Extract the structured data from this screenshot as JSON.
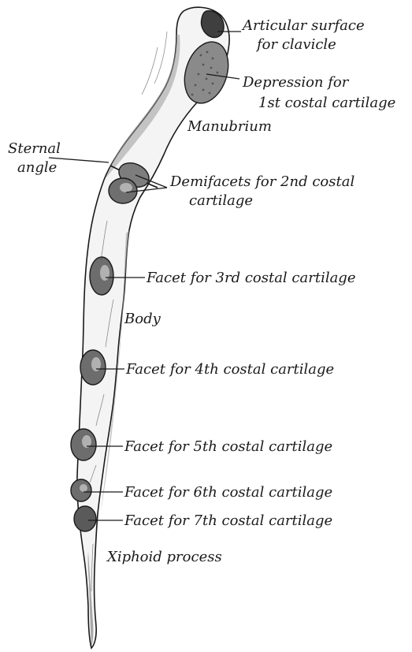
{
  "labels": {
    "articular_surface": [
      "Articular surface",
      "for clavicle"
    ],
    "depression": [
      "Depression for",
      "1st costal cartilage"
    ],
    "manubrium": "Manubrium",
    "sternal_angle": [
      "Sternal",
      "angle"
    ],
    "demifacets": [
      "Demifacets for 2nd costal",
      "cartilage"
    ],
    "facet_3": "Facet for 3rd costal cartilage",
    "body": "Body",
    "facet_4": "Facet for 4th costal cartilage",
    "facet_5": "Facet for 5th costal cartilage",
    "facet_6": "Facet for 6th costal cartilage",
    "facet_7": "Facet for 7th costal cartilage",
    "xiphoid": "Xiphoid process"
  }
}
